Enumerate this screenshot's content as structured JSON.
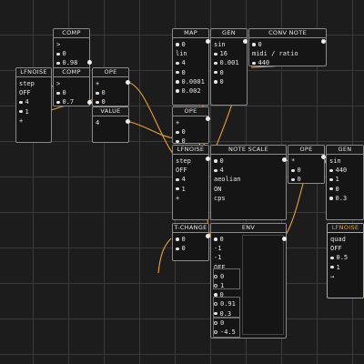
{
  "colors": {
    "background": "#1c1c1c",
    "grid": "#3a3a3a",
    "wire": "#e8a32c",
    "border": "#8a8a8a",
    "text": "#e6e6e6"
  },
  "nodes": {
    "comp1": {
      "title": "COMP",
      "rows": [
        ">",
        "0",
        "0.98"
      ]
    },
    "comp2": {
      "title": "COMP",
      "rows": [
        ">",
        "0",
        "0.7"
      ]
    },
    "lfnoise1": {
      "title": "LFNOISE",
      "rows": [
        "step",
        "OFF",
        "4",
        "1",
        "+"
      ]
    },
    "ope1": {
      "title": "OPE",
      "rows": [
        "+",
        "0",
        "0"
      ]
    },
    "value": {
      "title": "VALUE",
      "rows": [
        "4"
      ]
    },
    "map": {
      "title": "MAP",
      "rows": [
        "0",
        "lin",
        "4",
        "0",
        "0.0001",
        "0.002"
      ]
    },
    "gen1": {
      "title": "GEN",
      "rows": [
        "sin",
        "16",
        "0.001",
        "0",
        "0"
      ]
    },
    "conv_note": {
      "title": "CONV NOTE",
      "rows": [
        "0",
        "midi / ratio",
        "440"
      ]
    },
    "ope2": {
      "title": "OPE",
      "rows": [
        "+",
        "0",
        "0"
      ]
    },
    "lfnoise2": {
      "title": "LFNOISE",
      "rows": [
        "step",
        "OFF",
        "4",
        "1",
        "+"
      ]
    },
    "note_scale": {
      "title": "NOTE SCALE",
      "rows": [
        "0",
        "4",
        "aeolian",
        "ON",
        "cps"
      ]
    },
    "ope3": {
      "title": "OPE",
      "rows": [
        "*",
        "0",
        "0"
      ]
    },
    "gen2": {
      "title": "GEN",
      "rows": [
        "sin",
        "440",
        "1",
        "0",
        "0.3"
      ]
    },
    "tchange": {
      "title": "T-CHANGE",
      "rows": [
        "0",
        "0"
      ]
    },
    "env": {
      "title": "ENV",
      "rows": [
        "0",
        "-1",
        "-1",
        "OFF",
        "0",
        "1",
        "0",
        "0.91",
        "0.3",
        "0",
        "-4.5"
      ]
    },
    "lfnoise3": {
      "title": "LFNOISE",
      "rows": [
        "quad",
        "OFF",
        "0.5",
        "1",
        "→"
      ]
    }
  }
}
